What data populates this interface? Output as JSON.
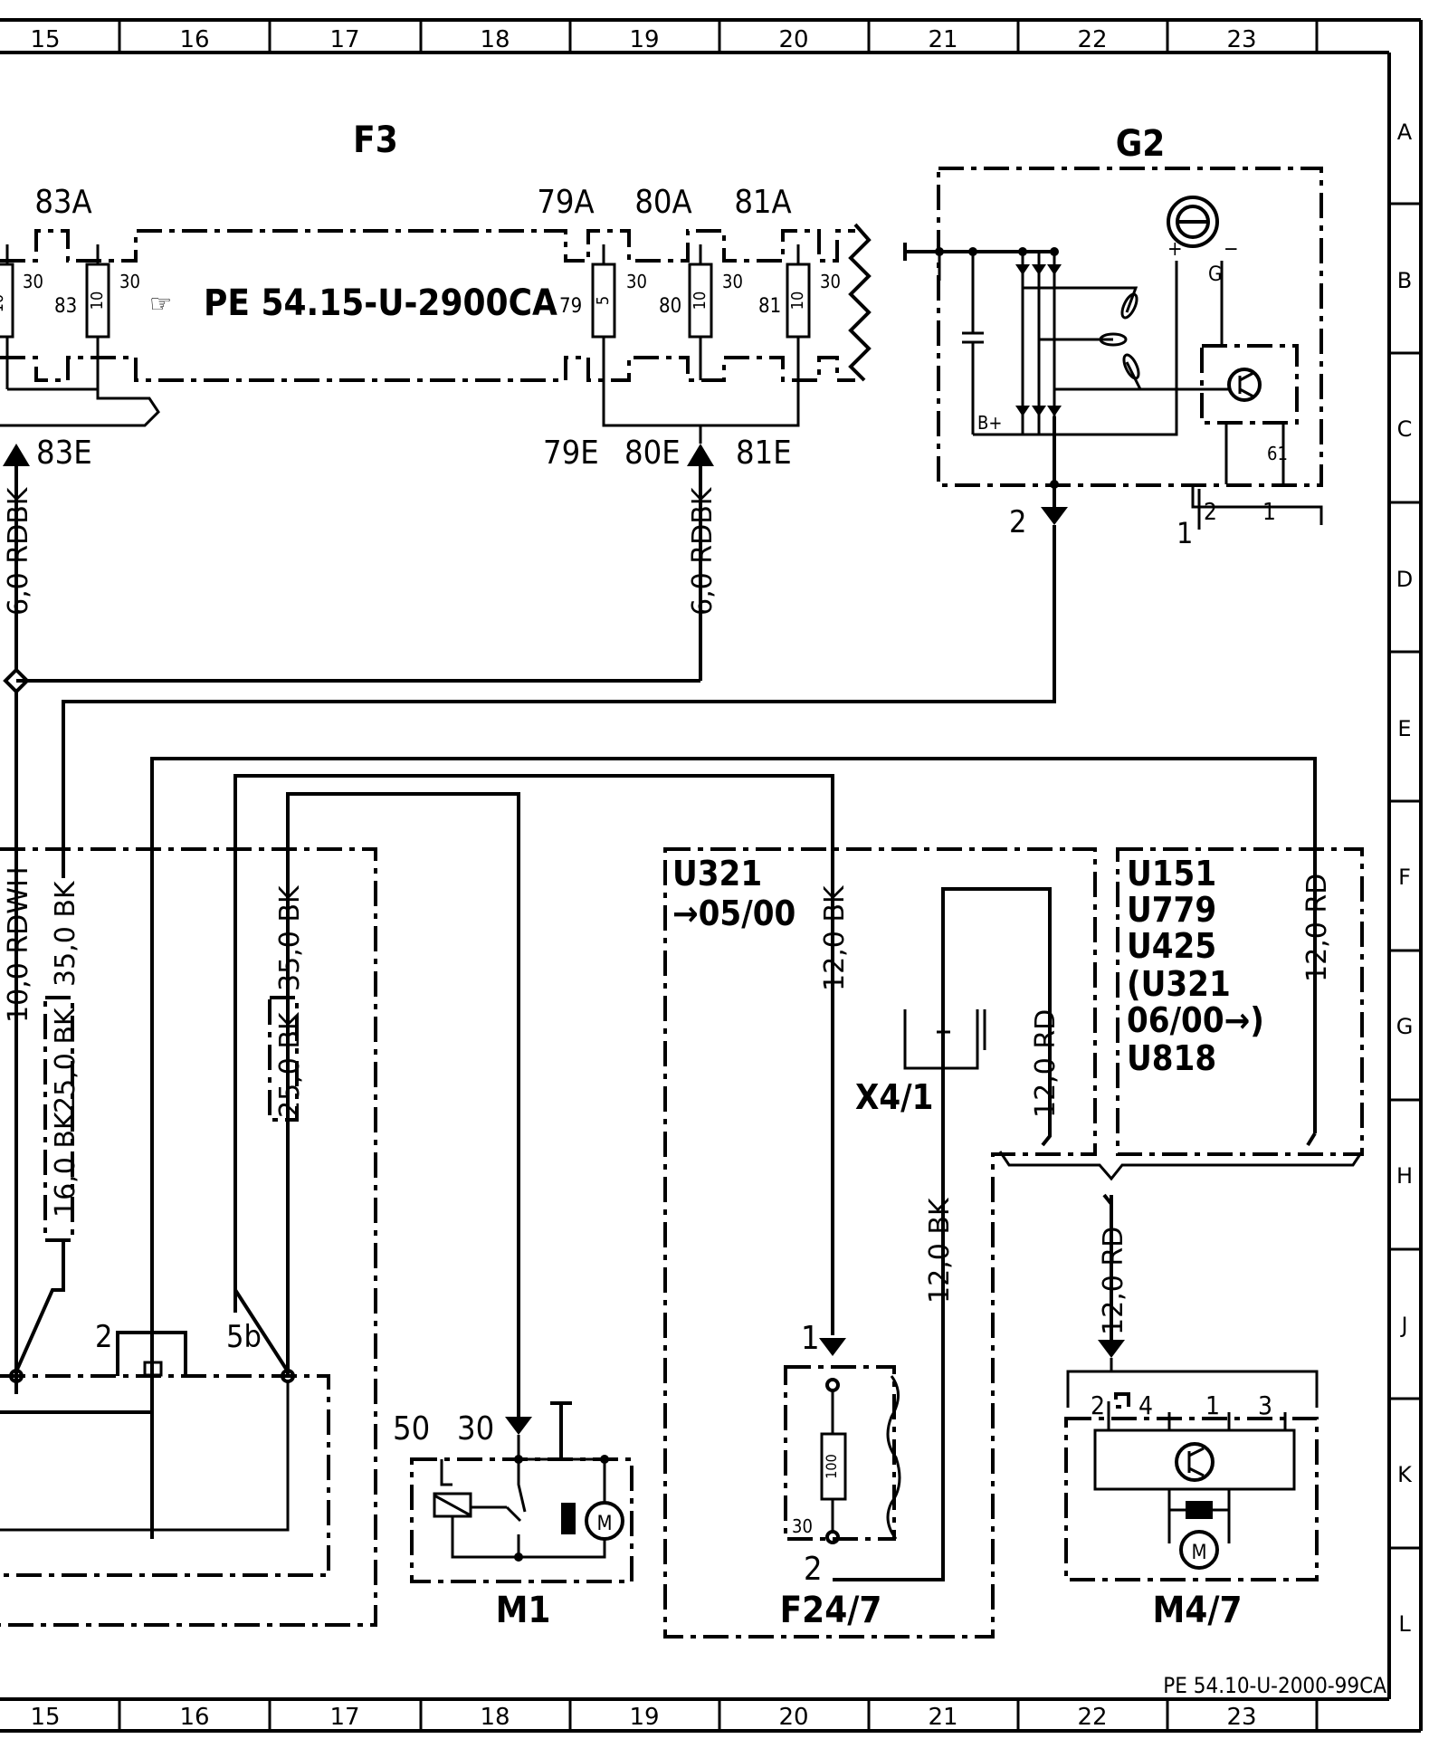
{
  "grid": {
    "columns": [
      "15",
      "16",
      "17",
      "18",
      "19",
      "20",
      "21",
      "22",
      "23"
    ],
    "rows": [
      "A",
      "B",
      "C",
      "D",
      "E",
      "F",
      "G",
      "H",
      "J",
      "K",
      "L"
    ]
  },
  "components": {
    "f3": {
      "title": "F3",
      "fuses": [
        {
          "top": "83A",
          "num": "83",
          "rating": "10",
          "term": "30"
        },
        {
          "top": "79A",
          "num": "79",
          "rating": "5",
          "term": "30"
        },
        {
          "top": "80A",
          "num": "80",
          "rating": "10",
          "term": "30"
        },
        {
          "top": "81A",
          "num": "81",
          "rating": "10",
          "term": "30"
        }
      ],
      "first_term": "30",
      "ref": "PE 54.15-U-2900CA",
      "outputs": [
        "83E",
        "79E",
        "80E",
        "81E"
      ]
    },
    "g2": {
      "title": "G2",
      "pin_2": "2",
      "pin_1": "1",
      "pin_1b": "1",
      "pin_2b": "2",
      "term_61": "61",
      "b_plus": "B+",
      "g_label": "G",
      "plus": "+",
      "minus": "−"
    },
    "m1": {
      "title": "M1",
      "term_50": "50",
      "term_30": "30"
    },
    "f24": {
      "title": "F24/7",
      "pin_1": "1",
      "pin_2": "2",
      "rating": "100",
      "term": "30"
    },
    "x4": {
      "title": "X4/1"
    },
    "m4": {
      "title": "M4/7",
      "pins": [
        "2",
        "4",
        "1",
        "3"
      ]
    },
    "switch": {
      "pin_2": "2",
      "pin_5b": "5b"
    }
  },
  "notes": {
    "u321_left": [
      "U321",
      "→05/00"
    ],
    "u_right": [
      "U151",
      "U779",
      "U425",
      "(U321",
      "06/00→)",
      "U818"
    ]
  },
  "wires": {
    "w1": "6,0 RDBK",
    "w2": "6,0 RDBK",
    "w3": "10,0 RDWH",
    "w4": "35,0 BK",
    "w5": "25,0 BK",
    "w6": "16,0 BK",
    "w7": "35,0 BK",
    "w8": "25,0 BK",
    "w9": "12,0 BK",
    "w10": "12,0 RD",
    "w11": "12,0 BK",
    "w12": "12,0 RD",
    "w13": "12,0 RD"
  },
  "footer_ref": "PE 54.10-U-2000-99CA"
}
